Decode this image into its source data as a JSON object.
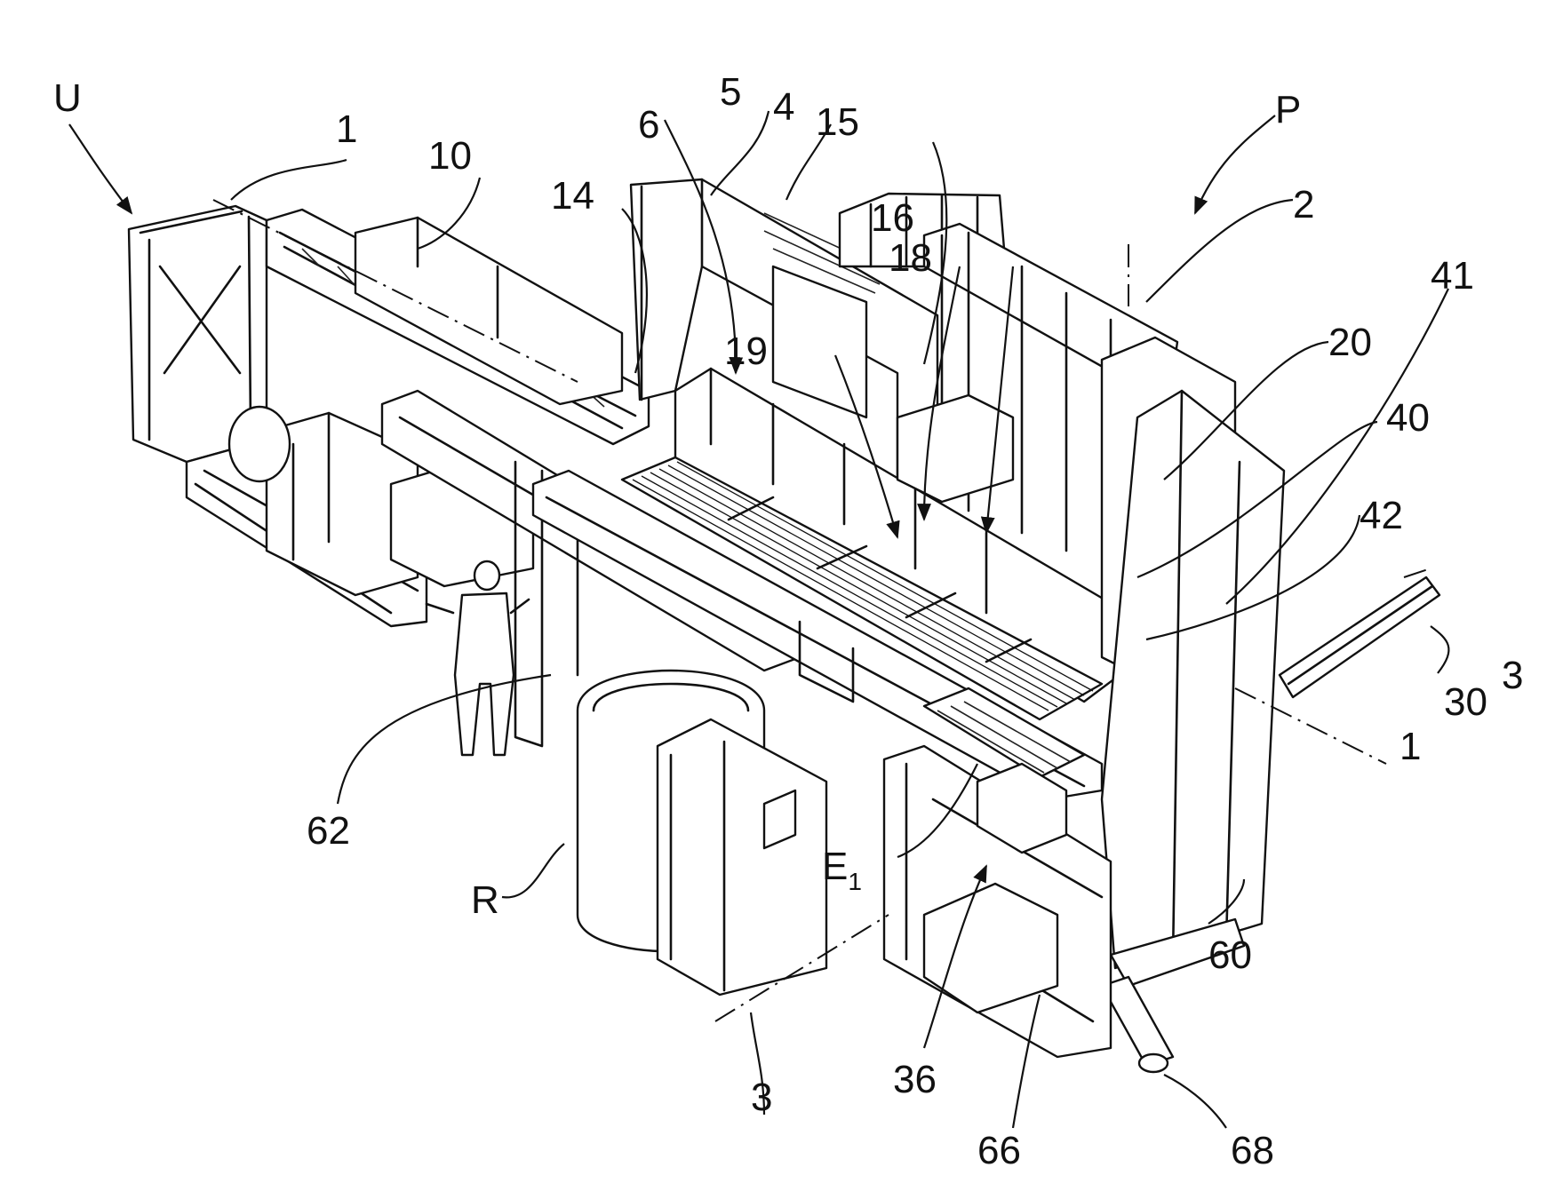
{
  "figure": {
    "type": "patent-perspective-drawing",
    "subject": "Installation with stations U and P, receptacle R and operator"
  },
  "labels": {
    "U": "U",
    "P": "P",
    "R": "R",
    "E1_main": "E",
    "E1_sub": "1",
    "n1_top": "1",
    "n1_right": "1",
    "n2": "2",
    "n3_right": "3",
    "n3_bottom": "3",
    "n4": "4",
    "n5": "5",
    "n6": "6",
    "n10": "10",
    "n14": "14",
    "n15": "15",
    "n16": "16",
    "n18": "18",
    "n19": "19",
    "n20": "20",
    "n30": "30",
    "n36": "36",
    "n40": "40",
    "n41": "41",
    "n42": "42",
    "n60": "60",
    "n62": "62",
    "n66": "66",
    "n68": "68"
  }
}
